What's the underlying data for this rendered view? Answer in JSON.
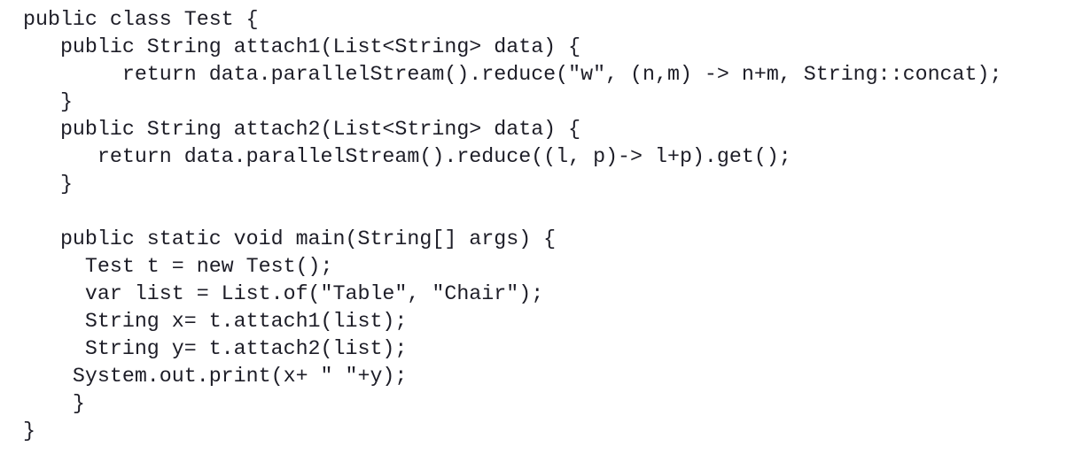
{
  "document": {
    "kind": "code-listing",
    "language": "Java",
    "class_name": "Test",
    "background_color": "#ffffff",
    "text_color": "#1d1d27",
    "indent_unit_spaces": 1,
    "lines": [
      {
        "n": 1,
        "indent": 0,
        "text": "public class Test {"
      },
      {
        "n": 2,
        "indent": 3,
        "text": "public String attach1(List<String> data) {"
      },
      {
        "n": 3,
        "indent": 8,
        "text": "return data.parallelStream().reduce(\"w\", (n,m) -> n+m, String::concat);"
      },
      {
        "n": 4,
        "indent": 3,
        "text": "}"
      },
      {
        "n": 5,
        "indent": 3,
        "text": "public String attach2(List<String> data) {"
      },
      {
        "n": 6,
        "indent": 6,
        "text": "return data.parallelStream().reduce((l, p)-> l+p).get();"
      },
      {
        "n": 7,
        "indent": 3,
        "text": "}"
      },
      {
        "n": 8,
        "indent": 0,
        "text": ""
      },
      {
        "n": 9,
        "indent": 3,
        "text": "public static void main(String[] args) {"
      },
      {
        "n": 10,
        "indent": 5,
        "text": "Test t = new Test();"
      },
      {
        "n": 11,
        "indent": 5,
        "text": "var list = List.of(\"Table\", \"Chair\");"
      },
      {
        "n": 12,
        "indent": 5,
        "text": "String x= t.attach1(list);"
      },
      {
        "n": 13,
        "indent": 5,
        "text": "String y= t.attach2(list);"
      },
      {
        "n": 14,
        "indent": 4,
        "text": "System.out.print(x+ \" \"+y);"
      },
      {
        "n": 15,
        "indent": 4,
        "text": "}"
      },
      {
        "n": 16,
        "indent": 0,
        "text": "}"
      }
    ]
  }
}
